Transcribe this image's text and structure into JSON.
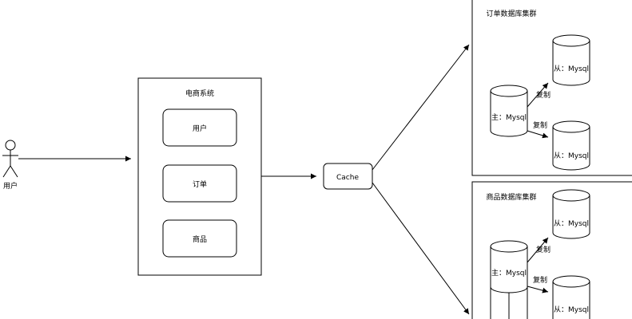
{
  "actor": {
    "label": "用户"
  },
  "system": {
    "title": "电商系统",
    "modules": [
      "用户",
      "订单",
      "商品"
    ]
  },
  "cache": {
    "label": "Cache"
  },
  "clusters": [
    {
      "title": "订单数据库集群",
      "master": "主：Mysql",
      "slave_top": "从：Mysql",
      "slave_bottom": "从：Mysql",
      "replicate_top": "复制",
      "replicate_bottom": "复制"
    },
    {
      "title": "商品数据库集群",
      "master": "主：Mysql",
      "slave_top": "从：Mysql",
      "slave_bottom": "从：Mysql",
      "replicate_top": "复制",
      "replicate_bottom": "复制"
    }
  ]
}
